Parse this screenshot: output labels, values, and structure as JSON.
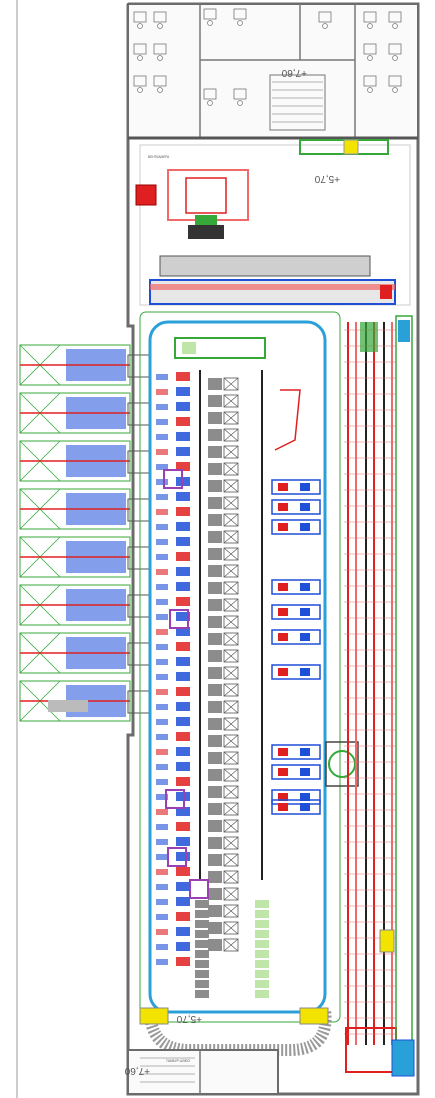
{
  "drawing": {
    "elevation_labels": {
      "top_office": "+7,60",
      "upper_floor": "+5,70",
      "lower_loop": "+5,70",
      "bottom_office": "+7,60"
    },
    "small_labels": {
      "office_room": "ВЕНТКАМЕРА",
      "stair_note": "ТАМБУР ШЛЮЗ"
    }
  },
  "colors": {
    "wall": "#6b6b6b",
    "wall_fill": "#d9d9d9",
    "conveyor_blue": "#1e4fd8",
    "conveyor_red": "#e02020",
    "conveyor_green": "#36a83a",
    "purple": "#9b3fb5",
    "cyan_loop": "#2aa0d8",
    "pink": "#f06a6a",
    "yellow": "#f2e400",
    "gray_block": "#8c8c8c",
    "pale_green": "#bfe6a8"
  }
}
